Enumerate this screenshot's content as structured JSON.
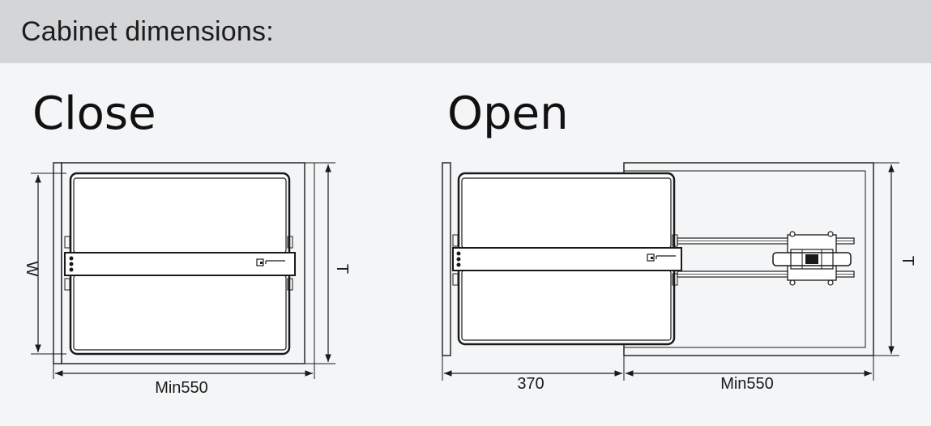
{
  "header": {
    "title": "Cabinet dimensions:"
  },
  "views": {
    "close": {
      "title": "Close",
      "width_label": "W",
      "depth_label": "T",
      "bottom_label": "Min550"
    },
    "open": {
      "title": "Open",
      "extension_label": "370",
      "bottom_label": "Min550",
      "depth_label": "T"
    }
  },
  "colors": {
    "line": "#1a1a1a",
    "cabinet_fill": "#f4f5f7",
    "basket_fill": "#ffffff",
    "header_bg": "#d4d5d7"
  }
}
